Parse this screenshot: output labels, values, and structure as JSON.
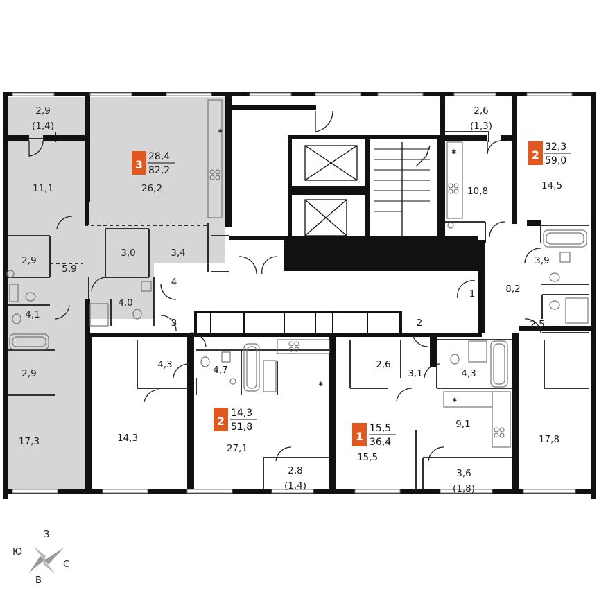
{
  "colors": {
    "accent": "#e0571f",
    "wall": "#111111",
    "highlight": "#d6d6d6",
    "fixture": "#777777"
  },
  "badges": {
    "apt3": {
      "rooms": "3",
      "living": "28,4",
      "total": "82,2"
    },
    "apt2_right": {
      "rooms": "2",
      "living": "32,3",
      "total": "59,0"
    },
    "apt2_center": {
      "rooms": "2",
      "living": "14,3",
      "total": "51,8"
    },
    "apt1": {
      "rooms": "1",
      "living": "15,5",
      "total": "36,4"
    }
  },
  "areas": {
    "a01": "2,9",
    "a02": "(1,4)",
    "a03": "11,1",
    "a04": "26,2",
    "a05": "2,9",
    "a06": "5,9",
    "a07": "3,0",
    "a08": "3,4",
    "a09": "4,0",
    "a10": "4,1",
    "a11": "2,9",
    "a12": "17,3",
    "a13": "4,3",
    "a14": "4,7",
    "a15": "14,3",
    "a16": "27,1",
    "a17": "2,8",
    "a18": "(1,4)",
    "a19": "2,6",
    "a20": "3,1",
    "a21": "4,3",
    "a22": "9,1",
    "a23": "15,5",
    "a24": "3,6",
    "a25": "(1,8)",
    "a26": "17,8",
    "a27": "2,6",
    "a28": "(1,3)",
    "a29": "10,8",
    "a30": "14,5",
    "a31": "3,9",
    "a32": "8,2",
    "a33": "2,5"
  },
  "doors": {
    "d1": "1",
    "d2": "2",
    "d3": "3",
    "d4": "4"
  },
  "compass": {
    "north": "З",
    "east": "С",
    "south": "В",
    "west": "Ю"
  }
}
